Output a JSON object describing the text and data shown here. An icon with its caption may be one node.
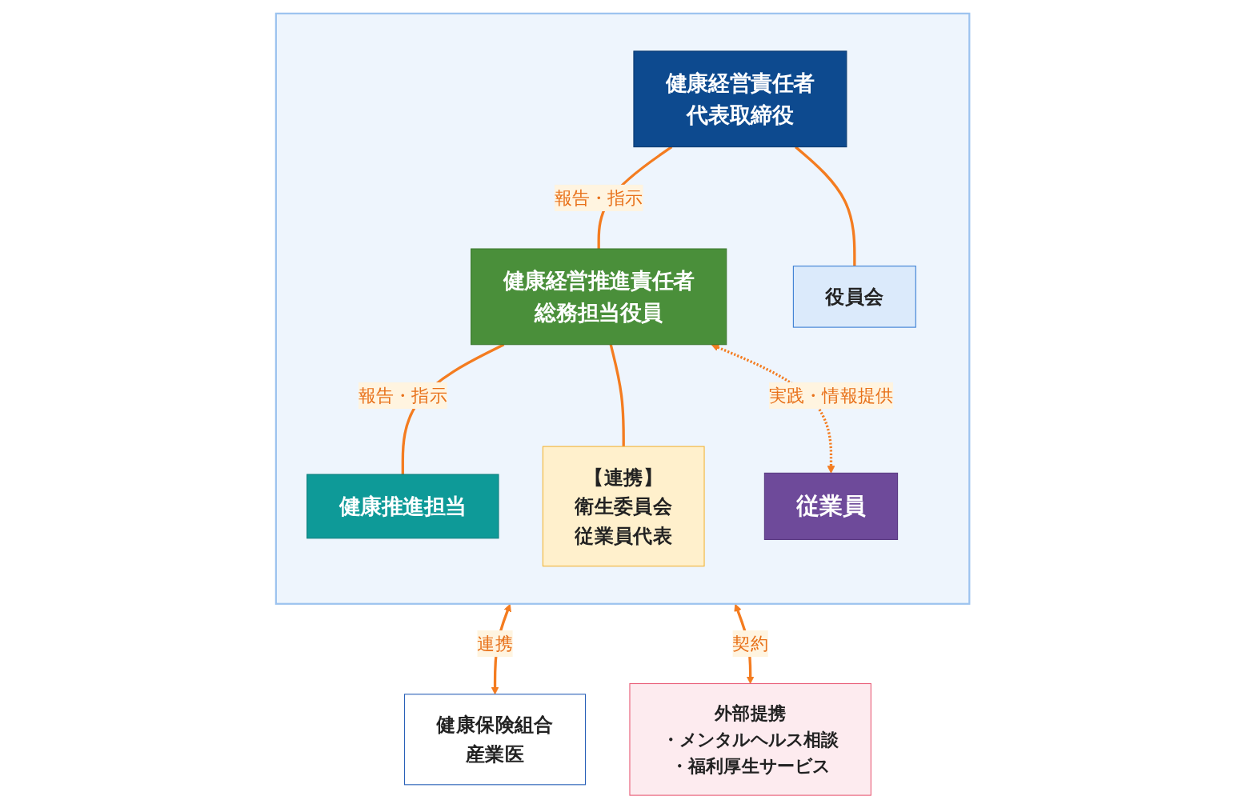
{
  "diagram": {
    "nodes": [
      {
        "text": [],
        "shape": "box"
      },
      {
        "text": [
          "健康経営責任者",
          "代表取締役"
        ],
        "in": 0
      },
      {
        "text": [
          "役員会"
        ],
        "in": 0
      },
      {
        "text": [
          "健康経営推進責任者",
          "総務担当役員"
        ],
        "in": 0
      },
      {
        "text": [
          "【連携】",
          "衛生委員会",
          "従業員代表"
        ],
        "in": 0
      },
      {
        "text": [
          "健康推進担当"
        ],
        "in": 0
      },
      {
        "text": [
          "従業員"
        ],
        "in": 0
      },
      {
        "text": [
          "健康保険組合",
          "産業医"
        ]
      },
      {
        "text": [
          "外部提携",
          "・メンタルヘルス相談",
          "・福利厚生サービス"
        ]
      }
    ],
    "edges": [
      {
        "from": 1,
        "to": 3,
        "arrow": "none",
        "label": "報告・指示"
      },
      {
        "from": 1,
        "to": 2,
        "arrow": "none"
      },
      {
        "from": 3,
        "to": 5,
        "arrow": "none",
        "label": "報告・指示"
      },
      {
        "from": 3,
        "to": 4,
        "arrow": "none"
      },
      {
        "from": 3,
        "to": 6,
        "arrow": "both",
        "style": "dashed",
        "label": "実践・情報提供"
      },
      {
        "from": 0,
        "to": 7,
        "arrow": "both",
        "label": "連携"
      },
      {
        "from": 0,
        "to": 8,
        "arrow": "both",
        "label": "契約"
      }
    ]
  }
}
